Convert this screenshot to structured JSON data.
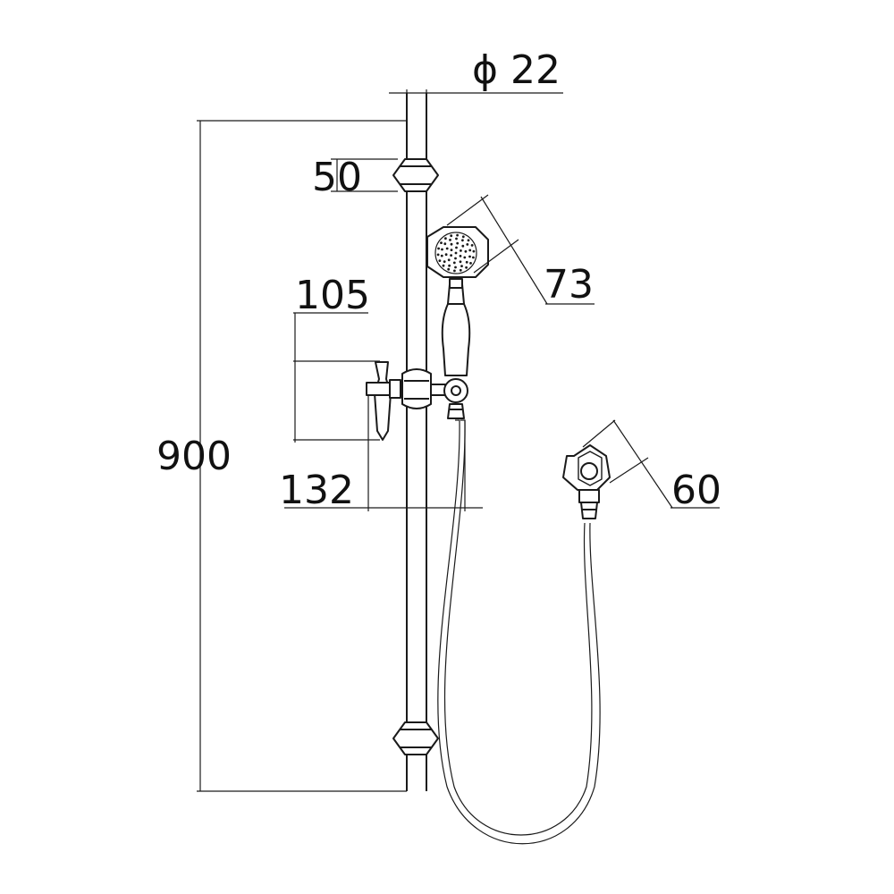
{
  "dimensions": {
    "bar_diameter": "ϕ 22",
    "bracket_height": "50",
    "handset_head": "73",
    "slider_offset_105": "105",
    "slider_offset_132": "132",
    "rail_length": "900",
    "wall_outlet": "60"
  }
}
